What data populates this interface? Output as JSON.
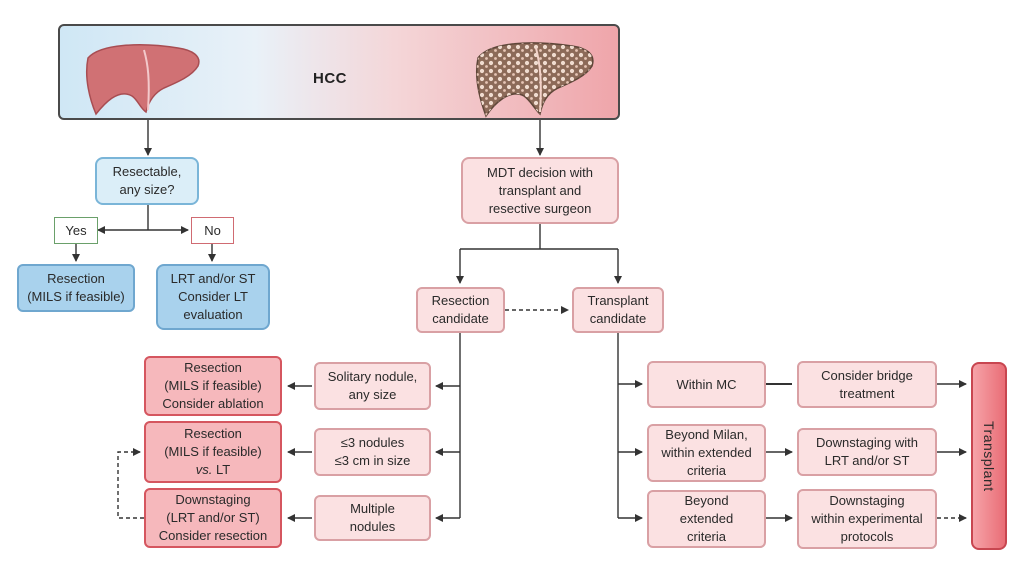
{
  "title": "HCC",
  "nodes": {
    "resectable": [
      "Resectable,",
      "any size?"
    ],
    "yes": "Yes",
    "no": "No",
    "resection_left": [
      "Resection",
      "(MILS if feasible)"
    ],
    "lrt_st": [
      "LRT and/or ST",
      "Consider LT",
      "evaluation"
    ],
    "mdt": [
      "MDT decision with",
      "transplant and",
      "resective surgeon"
    ],
    "resection_candidate": [
      "Resection",
      "candidate"
    ],
    "transplant_candidate": [
      "Transplant",
      "candidate"
    ],
    "solitary": [
      "Solitary nodule,",
      "any size"
    ],
    "three_nodules": [
      "≤3 nodules",
      "≤3 cm in size"
    ],
    "multiple": [
      "Multiple",
      "nodules"
    ],
    "outcome_1": [
      "Resection",
      "(MILS if feasible)",
      "Consider ablation"
    ],
    "outcome_2": [
      "Resection",
      "(MILS if feasible)",
      "vs.",
      " LT"
    ],
    "outcome_3": [
      "Downstaging",
      "(LRT and/or ST)",
      "Consider resection"
    ],
    "within_mc": "Within MC",
    "beyond_milan": [
      "Beyond Milan,",
      "within extended",
      "criteria"
    ],
    "beyond_extended": [
      "Beyond",
      "extended",
      "criteria"
    ],
    "bridge": [
      "Consider bridge",
      "treatment"
    ],
    "downstaging_lrt": [
      "Downstaging with",
      "LRT and/or ST"
    ],
    "downstaging_exp": [
      "Downstaging",
      "within experimental",
      "protocols"
    ],
    "transplant": "Transplant"
  },
  "colors": {
    "blue_fill": "#dbeef8",
    "blue_dark_fill": "#a9d2ed",
    "pink_fill": "#fbe1e2",
    "pink_dark_fill": "#f6b8bc",
    "transplant_fill": "#e96d76",
    "line": "#333333"
  },
  "icons": {
    "left": "healthy-liver-icon",
    "right": "cirrhotic-liver-icon"
  }
}
